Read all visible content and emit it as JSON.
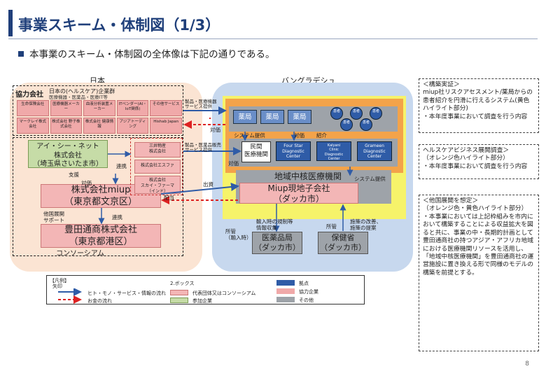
{
  "header": {
    "title": "事業スキーム・体制図（1/3）",
    "bullet": "本事業のスキーム・体制図の全体像は下記の通りである。"
  },
  "regions": {
    "japan": "日本",
    "bangladesh": "バングラデシュ"
  },
  "japan": {
    "kyoryoku_label": "協力会社",
    "kyoryoku_sub": "日本の(ヘルスケア)企業群",
    "kyoryoku_sub2": "医療機器・医薬品・医療IT等",
    "partners": [
      "生命保険会社",
      "医療機器メーカー",
      "血液分析装置メーカー",
      "ITベンダー(AI・IoT関係)",
      "その他サービス",
      "マークレイ株式会社",
      "株式会社 野子株式会社",
      "株式会社 健康情報",
      "アジアトーディング",
      "Hishab Japan"
    ],
    "aicinet": "アイ・シー・ネット\n株式会社\n（埼玉県さいたま市）",
    "miup": "株式会社miup\n（東京都文京区）",
    "toyoda": "豊田通商株式会社\n（東京都港区）",
    "consortium": "コンソーシアム",
    "support1": "他国展開\nサポート",
    "support2": "連携",
    "shien": "支援",
    "taio": "対価",
    "dash_partners": [
      "三井物産\n株式会社",
      "株式会社エスファ",
      "株式会社\nスカイ・ファーマ\n（インド）"
    ]
  },
  "bangladesh": {
    "pharmacies": [
      "薬局",
      "薬局",
      "薬局"
    ],
    "patients": [
      "患者",
      "患者",
      "患者",
      "患者",
      "患者"
    ],
    "minkan": "民間\n医療機関",
    "labs": [
      "Four Star\nDiagnostic\nCenter",
      "Kalyani\nClinic\nDiagnostic\nCenter",
      "Grameen\nDiagnostic\nCenter"
    ],
    "chiiki": "地域中核医療機関",
    "miupbd": "Miup現地子会社\n（ダッカ市）",
    "iyaku": "医薬品局\n（ダッカ市）",
    "hoken": "保健省\n（ダッカ市）"
  },
  "arrow_labels": {
    "service": "製品・医療機器\nサービス提供",
    "taio": "対価",
    "system": "システム提供",
    "shokai": "紹介",
    "taio2": "対価",
    "system2": "システム提供",
    "product": "製品・医薬品販売\nサービス提供",
    "shusshi": "出資",
    "renkei": "連携",
    "haito": "配当",
    "kanrei": "所管\n（輸入時）",
    "yunyu": "輸入時の規制等\n情報収集",
    "shokan": "所管",
    "kaizen": "施策の改善、\n施策の提案",
    "taio3": "対価"
  },
  "notes": {
    "n1": "＜構築実証＞\nmiup社リスクアセスメント/薬局からの患者紹介を円滑に行えるシステム(黄色ハイライト部分)\n・本年度事業において調査を行う内容",
    "n2": "ヘルスケアビジネス展開調査＞\n（オレンジ色ハイライト部分）\n・本年度事業において調査を行う内容",
    "n3": "＜他国展開を想定＞\n（オレンジ色・黄色ハイライト部分）\n・本事業においては上記枠組みを市内において構築することによる収益拡大を図ると共に、事業の中・長期的計画として豊田通商社の持つアジア・アフリカ地域における医療機関リソースを活用し、「地域中核医療機関」を豊田通商社の運営施設に置き換える形で同様のモデルの構築を前提とする。"
  },
  "legend": {
    "title": "【凡例】",
    "arrow": "矢印",
    "box": "2.ボックス",
    "flow_goods": "ヒト・モノ・サービス・情報の流れ",
    "flow_money": "お金の流れ",
    "rep": "代表団体又はコンソーシアム",
    "partic": "参加企業",
    "site": "拠点",
    "coop": "協力企業",
    "other": "その他"
  },
  "colors": {
    "navy": "#1f3f7a",
    "blue": "#2f5ca7",
    "red": "#d22",
    "pink": "#f3b6b6",
    "yellow": "#f6f36a",
    "orange": "#f3a34a",
    "green": "#c6dca7",
    "grey": "#9ea3a9"
  },
  "page_number": "8"
}
